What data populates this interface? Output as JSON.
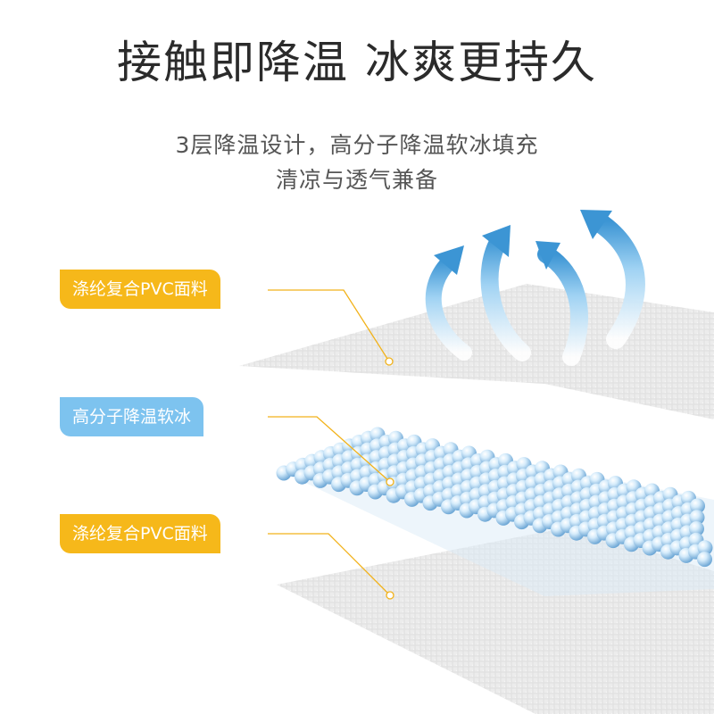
{
  "headline": "接触即降温 冰爽更持久",
  "subtitle_line1": "3层降温设计，高分子降温软冰填充",
  "subtitle_line2": "清凉与透气兼备",
  "layers": [
    {
      "label": "涤纶复合PVC面料",
      "color": "#f6b81a"
    },
    {
      "label": "高分子降温软冰",
      "color": "#7dc3ef"
    },
    {
      "label": "涤纶复合PVC面料",
      "color": "#f6b81a"
    }
  ]
}
